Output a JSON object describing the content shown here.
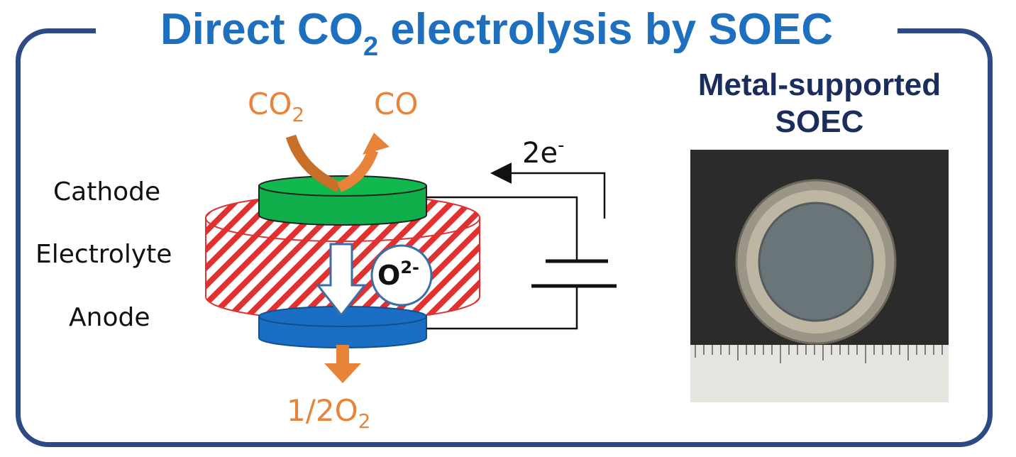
{
  "title": {
    "main": "Direct CO",
    "sub": "2",
    "rest": " electrolysis by SOEC"
  },
  "labels": {
    "cathode": "Cathode",
    "electrolyte": "Electrolyte",
    "anode": "Anode"
  },
  "gases": {
    "co2_in": {
      "base": "CO",
      "sub": "2"
    },
    "co_out": "CO",
    "o2_out": {
      "base": "1/2O",
      "sub": "2"
    }
  },
  "electrons": {
    "base": "2e",
    "sup": "-"
  },
  "ion": {
    "base": "O",
    "sup": "2-"
  },
  "photo": {
    "title_line1": "Metal-supported",
    "title_line2": "SOEC"
  },
  "colors": {
    "frame": "#2e4a86",
    "title": "#1f6fbf",
    "photo_title": "#1b2d5c",
    "cathode": "#0fae4a",
    "anode": "#1a6fc4",
    "electrolyte_stripe": "#e03030",
    "gas_arrow": "#e8833a",
    "photo_background": "#2b2b2b"
  },
  "icons": {
    "photo": "metal-supported-soec-cell-photo",
    "ion_arrow": "down-arrow-icon",
    "gas_arrow": "curved-arrow-icon"
  }
}
